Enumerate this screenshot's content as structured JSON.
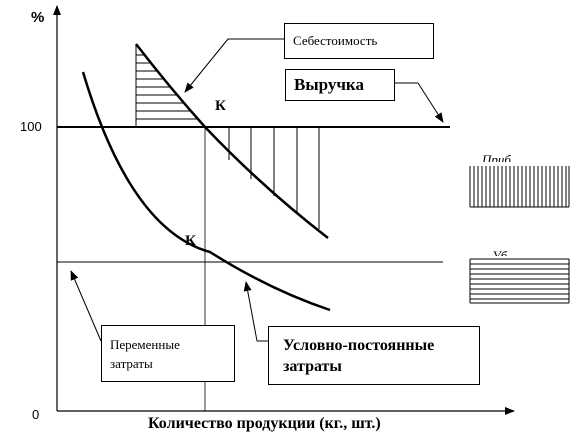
{
  "axes": {
    "y_unit": "%",
    "y_tick_100": "100",
    "origin": "0",
    "x_label": "Количество продукции (кг., шт.)"
  },
  "labels": {
    "cost": "Себестоимость",
    "revenue": "Выручка",
    "k_upper": "К",
    "k_lower": "К",
    "variable_costs_line1": "Переменные",
    "variable_costs_line2": "затраты",
    "fixed_costs_line1": "Условно-постоянные",
    "fixed_costs_line2": "затраты",
    "legend_top_fragment": "Приб",
    "legend_bottom_fragment": "Уб"
  }
}
